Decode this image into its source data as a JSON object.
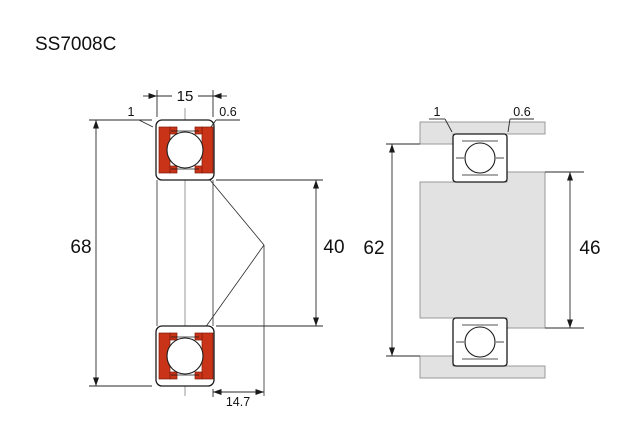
{
  "title": "SS7008C",
  "colors": {
    "seal": "#c93418",
    "metal": "#e2e2e2"
  },
  "left_view": {
    "dims": {
      "width": "15",
      "chamfer_outer": "1",
      "chamfer_inner": "0.6",
      "outer_diameter": "68",
      "bore_diameter": "40",
      "load_center_offset": "14.7"
    }
  },
  "right_view": {
    "dims": {
      "chamfer_outer": "1",
      "chamfer_inner": "0.6",
      "housing_abutment_diameter": "62",
      "shaft_abutment_diameter": "46"
    }
  }
}
